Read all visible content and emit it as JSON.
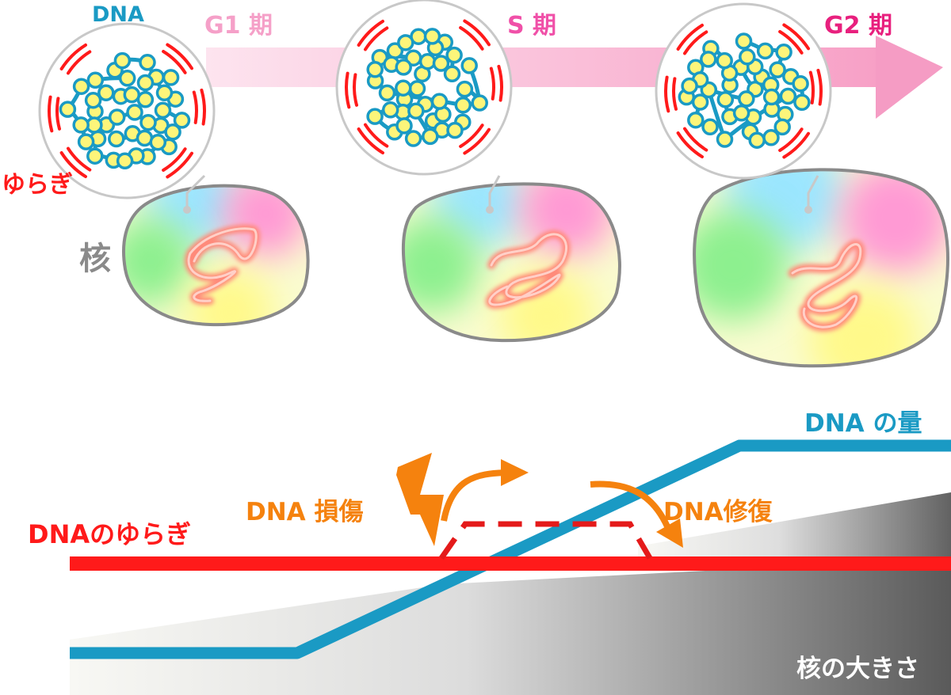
{
  "phases": [
    {
      "label": "G1 期"
    },
    {
      "label": "S 期"
    },
    {
      "label": "G2 期"
    }
  ],
  "labels": {
    "dna": "DNA",
    "fluctuation": "ゆらぎ",
    "nucleus": "核",
    "dna_amount": "DNA の量",
    "dna_damage": "DNA 損傷",
    "dna_repair": "DNA修復",
    "dna_fluctuation": "DNAのゆらぎ",
    "nucleus_size": "核の大きさ"
  },
  "colors": {
    "dna_strand": "#1a9ac4",
    "nucleosome": "#fdf57a",
    "fluctuation": "#ff1a1a",
    "phase_arrow": "#f7a6cc",
    "phase_text_g1": "#f5a0c8",
    "phase_text_s": "#f050a8",
    "phase_text_g2": "#e8207e",
    "dna_amount_line": "#1a9ac4",
    "damage_repair": "#f5820e",
    "nucleus_outline": "#8a8a8a",
    "nucleus_size_fill": "#6b6b6b"
  }
}
